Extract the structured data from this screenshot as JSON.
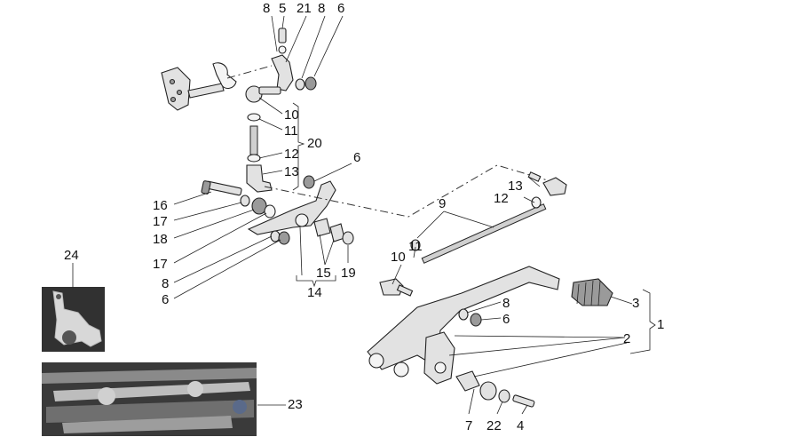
{
  "callouts": {
    "c8a": "8",
    "c5": "5",
    "c21": "21",
    "c8b": "8",
    "c6a": "6",
    "c10a": "10",
    "c11a": "11",
    "c20": "20",
    "c12a": "12",
    "c13a": "13",
    "c6b": "6",
    "c16": "16",
    "c17a": "17",
    "c18": "18",
    "c17b": "17",
    "c8c": "8",
    "c6c": "6",
    "c15": "15",
    "c19": "19",
    "c14": "14",
    "c9": "9",
    "c13b": "13",
    "c12b": "12",
    "c11b": "11",
    "c10b": "10",
    "c8d": "8",
    "c6d": "6",
    "c3": "3",
    "c2": "2",
    "c1": "1",
    "c7": "7",
    "c22": "22",
    "c4": "4",
    "c24": "24",
    "c23": "23"
  },
  "colors": {
    "line": "#222222",
    "part": "#e2e2e2",
    "background": "#ffffff"
  }
}
